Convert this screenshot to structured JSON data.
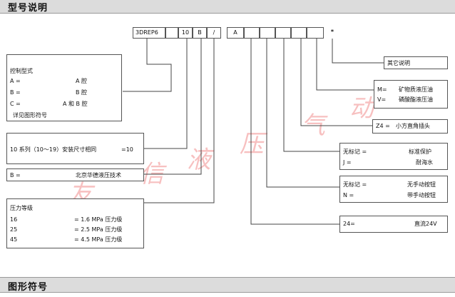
{
  "sections": {
    "model_title": "型号说明",
    "symbol_title": "图形符号"
  },
  "code_cells": [
    "3DREP6",
    "",
    "10",
    "B",
    "/",
    "",
    "A",
    "",
    "",
    "",
    "",
    "",
    "",
    "*"
  ],
  "watermark": [
    "友",
    "信",
    "液",
    "压",
    "气",
    "动"
  ],
  "left_boxes": {
    "control": {
      "title": "控制型式",
      "rows": [
        {
          "key": "A =",
          "val": "A 腔"
        },
        {
          "key": "B =",
          "val": "B 腔"
        },
        {
          "key": "C =",
          "val": "A 和 B 腔"
        }
      ],
      "note": "详见图形符号"
    },
    "series": {
      "text": "10 系列（10～19）安装尺寸相同",
      "val": "=10"
    },
    "maker": {
      "key": "B =",
      "val": "北京华德液压技术"
    },
    "pressure": {
      "title": "压力等级",
      "rows": [
        {
          "key": "16",
          "val": "= 1.6 MPa 压力级"
        },
        {
          "key": "25",
          "val": "= 2.5 MPa 压力级"
        },
        {
          "key": "45",
          "val": "= 4.5 MPa 压力级"
        }
      ]
    }
  },
  "right_boxes": {
    "other": {
      "text": "其它说明"
    },
    "fluid": {
      "rows": [
        {
          "key": "M=",
          "val": "矿物质液压油"
        },
        {
          "key": "V=",
          "val": "磷酸酯液压油"
        }
      ]
    },
    "plug": {
      "key": "Z4 =",
      "val": "小方直角插头"
    },
    "protect": {
      "rows": [
        {
          "key": "无标记 =",
          "val": "标准保护"
        },
        {
          "key": "J =",
          "val": "耐海水"
        }
      ]
    },
    "button": {
      "rows": [
        {
          "key": "无标记 =",
          "val": "无手动按钮"
        },
        {
          "key": "N =",
          "val": "带手动按钮"
        }
      ]
    },
    "voltage": {
      "key": "24=",
      "val": "直流24V"
    }
  }
}
